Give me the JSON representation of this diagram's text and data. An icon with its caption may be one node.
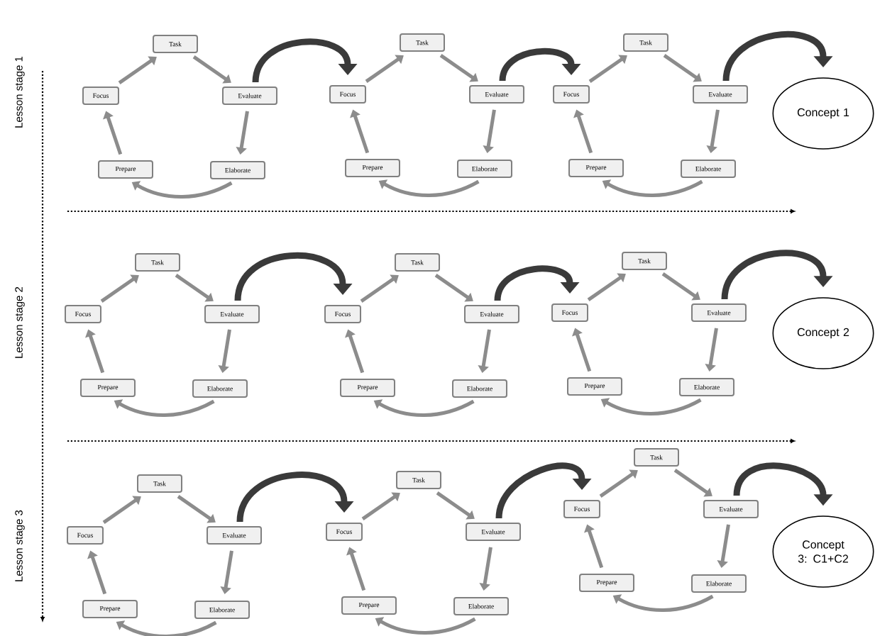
{
  "diagram": {
    "nodes": [
      {
        "text": [
          "Task"
        ]
      },
      {
        "text": [
          "Focus"
        ]
      },
      {
        "text": [
          "Evaluate"
        ]
      },
      {
        "text": [
          "Prepare"
        ]
      },
      {
        "text": [
          "Elaborate"
        ]
      },
      {
        "text": [
          "Task"
        ]
      },
      {
        "text": [
          "Focus"
        ]
      },
      {
        "text": [
          "Evaluate"
        ]
      },
      {
        "text": [
          "Prepare"
        ]
      },
      {
        "text": [
          "Elaborate"
        ]
      },
      {
        "text": [
          "Task"
        ]
      },
      {
        "text": [
          "Focus"
        ]
      },
      {
        "text": [
          "Evaluate"
        ]
      },
      {
        "text": [
          "Prepare"
        ]
      },
      {
        "text": [
          "Elaborate"
        ]
      },
      {
        "text": [
          "Concept 1"
        ]
      },
      {
        "text": [
          "Task"
        ]
      },
      {
        "text": [
          "Focus"
        ]
      },
      {
        "text": [
          "Evaluate"
        ]
      },
      {
        "text": [
          "Prepare"
        ]
      },
      {
        "text": [
          "Elaborate"
        ]
      },
      {
        "text": [
          "Task"
        ]
      },
      {
        "text": [
          "Focus"
        ]
      },
      {
        "text": [
          "Evaluate"
        ]
      },
      {
        "text": [
          "Prepare"
        ]
      },
      {
        "text": [
          "Elaborate"
        ]
      },
      {
        "text": [
          "Task"
        ]
      },
      {
        "text": [
          "Focus"
        ]
      },
      {
        "text": [
          "Evaluate"
        ]
      },
      {
        "text": [
          "Prepare"
        ]
      },
      {
        "text": [
          "Elaborate"
        ]
      },
      {
        "text": [
          "Concept 2"
        ]
      },
      {
        "text": [
          "Task"
        ]
      },
      {
        "text": [
          "Focus"
        ]
      },
      {
        "text": [
          "Evaluate"
        ]
      },
      {
        "text": [
          "Prepare"
        ]
      },
      {
        "text": [
          "Elaborate"
        ]
      },
      {
        "text": [
          "Task"
        ]
      },
      {
        "text": [
          "Focus"
        ]
      },
      {
        "text": [
          "Evaluate"
        ]
      },
      {
        "text": [
          "Prepare"
        ]
      },
      {
        "text": [
          "Elaborate"
        ]
      },
      {
        "text": [
          "Task"
        ]
      },
      {
        "text": [
          "Focus"
        ]
      },
      {
        "text": [
          "Evaluate"
        ]
      },
      {
        "text": [
          "Prepare"
        ]
      },
      {
        "text": [
          "Elaborate"
        ]
      },
      {
        "text": [
          "Concept 3: C1+C2"
        ]
      }
    ],
    "edges": [
      {
        "from": 1,
        "to": 0,
        "arrow": "to"
      },
      {
        "from": 0,
        "to": 2,
        "arrow": "to"
      },
      {
        "from": 2,
        "to": 4,
        "arrow": "to"
      },
      {
        "from": 4,
        "to": 3,
        "arrow": "to"
      },
      {
        "from": 3,
        "to": 1,
        "arrow": "to"
      },
      {
        "from": 6,
        "to": 5,
        "arrow": "to"
      },
      {
        "from": 5,
        "to": 7,
        "arrow": "to"
      },
      {
        "from": 7,
        "to": 9,
        "arrow": "to"
      },
      {
        "from": 9,
        "to": 8,
        "arrow": "to"
      },
      {
        "from": 8,
        "to": 6,
        "arrow": "to"
      },
      {
        "from": 11,
        "to": 10,
        "arrow": "to"
      },
      {
        "from": 10,
        "to": 12,
        "arrow": "to"
      },
      {
        "from": 12,
        "to": 14,
        "arrow": "to"
      },
      {
        "from": 14,
        "to": 13,
        "arrow": "to"
      },
      {
        "from": 13,
        "to": 11,
        "arrow": "to"
      },
      {
        "from": 2,
        "to": 6,
        "arrow": "to",
        "style": "thick",
        "color": "#3a3a3a"
      },
      {
        "from": 7,
        "to": 11,
        "arrow": "to",
        "style": "thick",
        "color": "#3a3a3a"
      },
      {
        "from": 12,
        "to": 15,
        "arrow": "to",
        "style": "thick",
        "color": "#3a3a3a"
      },
      {
        "from": 17,
        "to": 16,
        "arrow": "to"
      },
      {
        "from": 16,
        "to": 18,
        "arrow": "to"
      },
      {
        "from": 18,
        "to": 20,
        "arrow": "to"
      },
      {
        "from": 20,
        "to": 19,
        "arrow": "to"
      },
      {
        "from": 19,
        "to": 17,
        "arrow": "to"
      },
      {
        "from": 22,
        "to": 21,
        "arrow": "to"
      },
      {
        "from": 21,
        "to": 23,
        "arrow": "to"
      },
      {
        "from": 23,
        "to": 25,
        "arrow": "to"
      },
      {
        "from": 25,
        "to": 24,
        "arrow": "to"
      },
      {
        "from": 24,
        "to": 22,
        "arrow": "to"
      },
      {
        "from": 27,
        "to": 26,
        "arrow": "to"
      },
      {
        "from": 26,
        "to": 28,
        "arrow": "to"
      },
      {
        "from": 28,
        "to": 30,
        "arrow": "to"
      },
      {
        "from": 30,
        "to": 29,
        "arrow": "to"
      },
      {
        "from": 29,
        "to": 27,
        "arrow": "to"
      },
      {
        "from": 18,
        "to": 22,
        "arrow": "to",
        "style": "thick",
        "color": "#3a3a3a"
      },
      {
        "from": 23,
        "to": 27,
        "arrow": "to",
        "style": "thick",
        "color": "#3a3a3a"
      },
      {
        "from": 28,
        "to": 31,
        "arrow": "to",
        "style": "thick",
        "color": "#3a3a3a"
      },
      {
        "from": 33,
        "to": 32,
        "arrow": "to"
      },
      {
        "from": 32,
        "to": 34,
        "arrow": "to"
      },
      {
        "from": 34,
        "to": 36,
        "arrow": "to"
      },
      {
        "from": 36,
        "to": 35,
        "arrow": "to"
      },
      {
        "from": 35,
        "to": 33,
        "arrow": "to"
      },
      {
        "from": 38,
        "to": 37,
        "arrow": "to"
      },
      {
        "from": 37,
        "to": 39,
        "arrow": "to"
      },
      {
        "from": 39,
        "to": 41,
        "arrow": "to"
      },
      {
        "from": 41,
        "to": 40,
        "arrow": "to"
      },
      {
        "from": 40,
        "to": 38,
        "arrow": "to"
      },
      {
        "from": 43,
        "to": 42,
        "arrow": "to"
      },
      {
        "from": 42,
        "to": 44,
        "arrow": "to"
      },
      {
        "from": 44,
        "to": 46,
        "arrow": "to"
      },
      {
        "from": 46,
        "to": 45,
        "arrow": "to"
      },
      {
        "from": 45,
        "to": 43,
        "arrow": "to"
      },
      {
        "from": 34,
        "to": 38,
        "arrow": "to",
        "style": "thick",
        "color": "#3a3a3a"
      },
      {
        "from": 39,
        "to": 43,
        "arrow": "to",
        "style": "thick",
        "color": "#3a3a3a"
      },
      {
        "from": 44,
        "to": 47,
        "arrow": "to",
        "style": "thick",
        "color": "#3a3a3a"
      }
    ],
    "labels": [
      "Lesson stage 1",
      "Lesson stage 2",
      "Lesson stage 3"
    ]
  }
}
